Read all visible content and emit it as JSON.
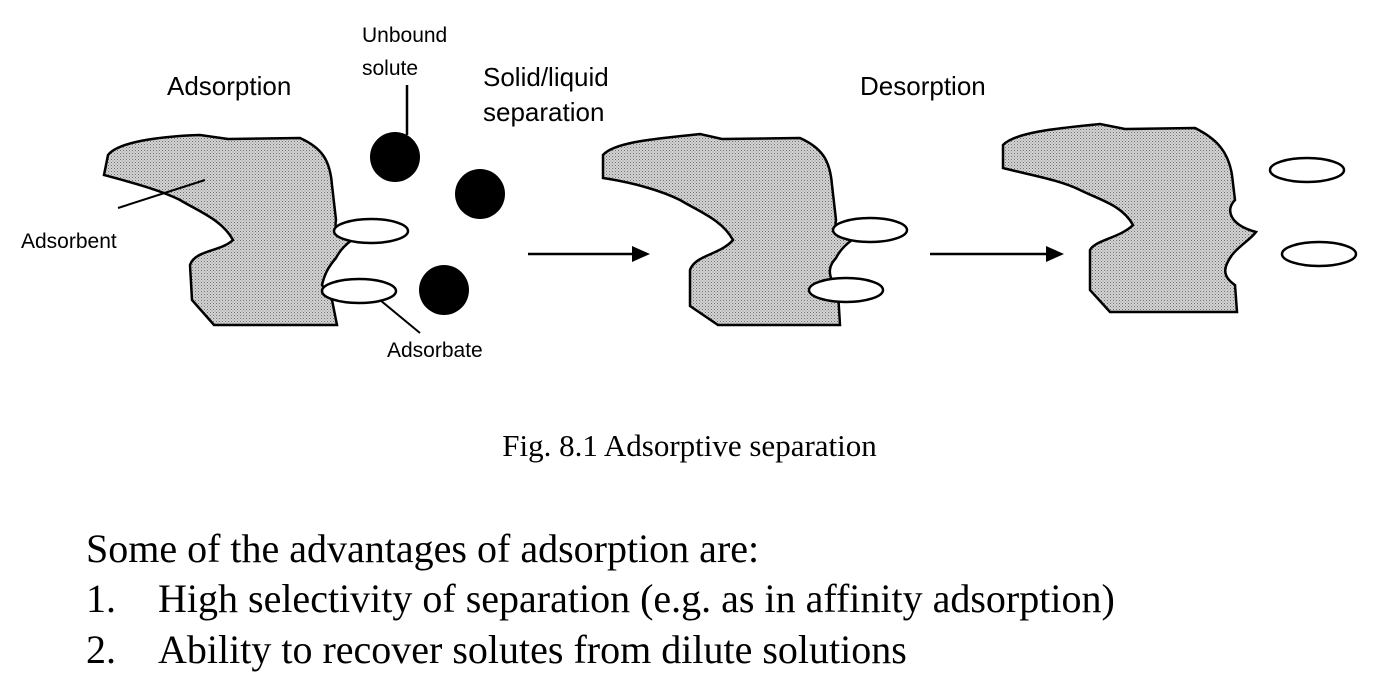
{
  "figure": {
    "labels": {
      "adsorption": "Adsorption",
      "unbound_solute_line1": "Unbound",
      "unbound_solute_line2": "solute",
      "solid_liquid_line1": "Solid/liquid",
      "solid_liquid_line2": "separation",
      "desorption": "Desorption",
      "adsorbent": "Adsorbent",
      "adsorbate": "Adsorbate"
    },
    "colors": {
      "adsorbent_fill": "#bdbdbd",
      "outline": "#000000",
      "solute": "#000000"
    },
    "caption": "Fig. 8.1 Adsorptive separation"
  },
  "text": {
    "intro": "Some of the advantages of adsorption are:",
    "items": [
      {
        "num": "1.",
        "text": "High selectivity of separation (e.g. as in affinity adsorption)"
      },
      {
        "num": "2.",
        "text": "Ability to recover solutes from dilute solutions"
      }
    ]
  }
}
